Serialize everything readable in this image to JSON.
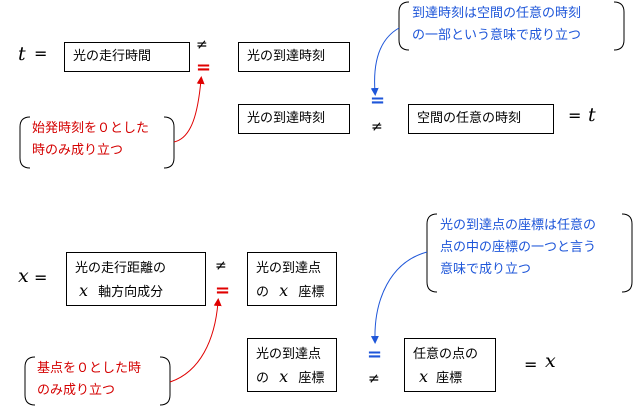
{
  "top": {
    "lhs_var": "t",
    "eq1": "=",
    "box_running_time": "光の走行時間",
    "neq1": "≠",
    "eq_red": "=",
    "box_arrival_time_1": "光の到達時刻",
    "eq_blue": "=",
    "box_arrival_time_2": "光の到達時刻",
    "neq2": "≠",
    "box_space_time": "空間の任意の時刻",
    "eq_final": "=",
    "rhs_var": "t",
    "note_blue": [
      "到達時刻は空間の任意の時刻",
      "の一部という意味で成り立つ"
    ],
    "note_red": [
      "始発時刻を０とした",
      "時のみ成り立つ"
    ]
  },
  "bottom": {
    "lhs_var": "x",
    "eq1": "=",
    "box_travel_distance": {
      "line1": "光の走行距離の",
      "var": "x",
      "line2_suffix": "軸方向成分"
    },
    "neq1": "≠",
    "eq_red": "=",
    "box_arrival_coord_1": {
      "line1": "光の到達点",
      "prefix": "の",
      "var": "x",
      "suffix": "座標"
    },
    "eq_blue": "=",
    "box_arrival_coord_2": {
      "line1": "光の到達点",
      "prefix": "の",
      "var": "x",
      "suffix": "座標"
    },
    "neq2": "≠",
    "box_any_point": {
      "line1": "任意の点の",
      "var": "x",
      "suffix": "座標"
    },
    "eq_final": "=",
    "rhs_var": "x",
    "note_blue": [
      "光の到達点の座標は任意の",
      "点の中の座標の一つと言う",
      "意味で成り立つ"
    ],
    "note_red": [
      "基点を０とした時",
      "のみ成り立つ"
    ]
  },
  "colors": {
    "red": "#e00000",
    "blue": "#1e56d9"
  }
}
